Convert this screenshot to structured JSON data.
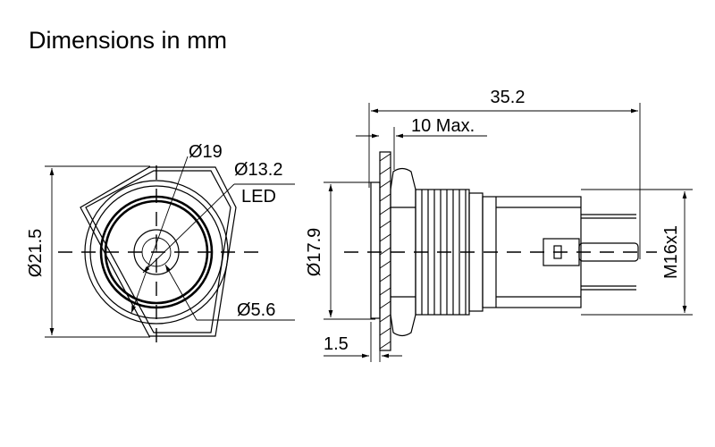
{
  "title": "Dimensions in mm",
  "front_view": {
    "dim_outer_hex": "Ø21.5",
    "dim_ring": "Ø19",
    "dim_led": "Ø13.2",
    "led_label": "LED",
    "dim_center": "Ø5.6"
  },
  "side_view": {
    "dim_total_length": "35.2",
    "dim_bezel_max": "10 Max.",
    "dim_head_diameter": "Ø17.9",
    "dim_head_thickness": "1.5",
    "dim_thread": "M16x1"
  }
}
